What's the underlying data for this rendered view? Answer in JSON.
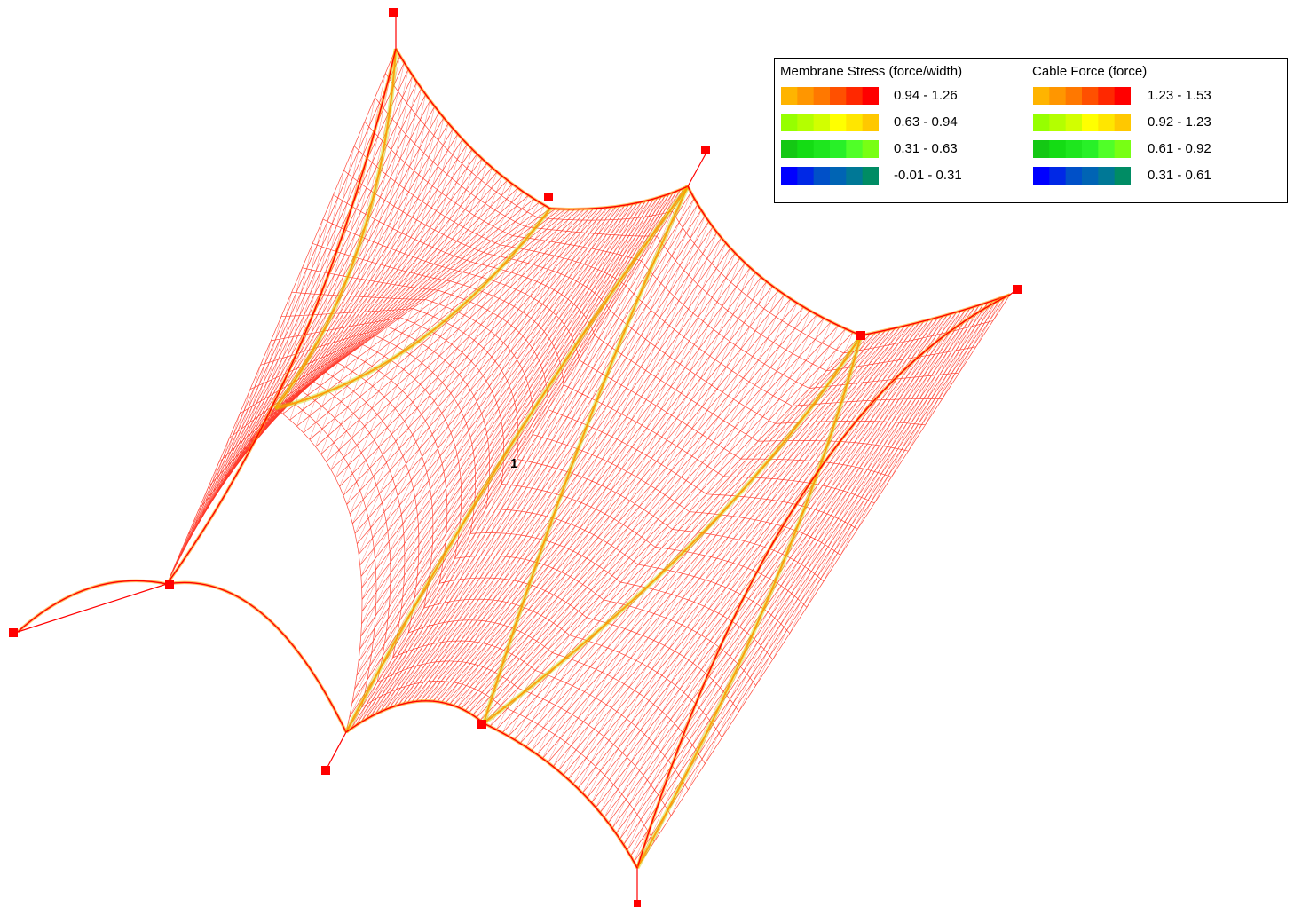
{
  "legend": {
    "membrane": {
      "title": "Membrane Stress (force/width)",
      "rows": [
        {
          "range": "0.94 - 1.26",
          "colors": [
            "#ffb400",
            "#ff9600",
            "#ff7800",
            "#ff5000",
            "#ff2800",
            "#ff0000"
          ]
        },
        {
          "range": "0.63 - 0.94",
          "colors": [
            "#96ff00",
            "#b4ff00",
            "#d2ff00",
            "#ffff00",
            "#ffe600",
            "#ffc800"
          ]
        },
        {
          "range": "0.31 - 0.63",
          "colors": [
            "#14c814",
            "#14dc14",
            "#1ee61e",
            "#28f028",
            "#50ff28",
            "#78ff14"
          ]
        },
        {
          "range": "-0.01 - 0.31",
          "colors": [
            "#0000ff",
            "#0028e6",
            "#0050c8",
            "#0064b4",
            "#007896",
            "#008c64"
          ]
        }
      ]
    },
    "cable": {
      "title": "Cable Force (force)",
      "rows": [
        {
          "range": "1.23 - 1.53",
          "colors": [
            "#ffb400",
            "#ff9600",
            "#ff7800",
            "#ff5000",
            "#ff2800",
            "#ff0000"
          ]
        },
        {
          "range": "0.92 - 1.23",
          "colors": [
            "#96ff00",
            "#b4ff00",
            "#d2ff00",
            "#ffff00",
            "#ffe600",
            "#ffc800"
          ]
        },
        {
          "range": "0.61 - 0.92",
          "colors": [
            "#14c814",
            "#14dc14",
            "#1ee61e",
            "#28f028",
            "#50ff28",
            "#78ff14"
          ]
        },
        {
          "range": "0.31 - 0.61",
          "colors": [
            "#0000ff",
            "#0028e6",
            "#0050c8",
            "#0064b4",
            "#007896",
            "#008c64"
          ]
        }
      ]
    }
  },
  "node_label": "1",
  "colors": {
    "mesh": "#ff2a1a",
    "edge": "#ff0000",
    "high_stress": "#ff9a00",
    "mid_stress": "#c8dc00",
    "support": "#ff0000"
  }
}
